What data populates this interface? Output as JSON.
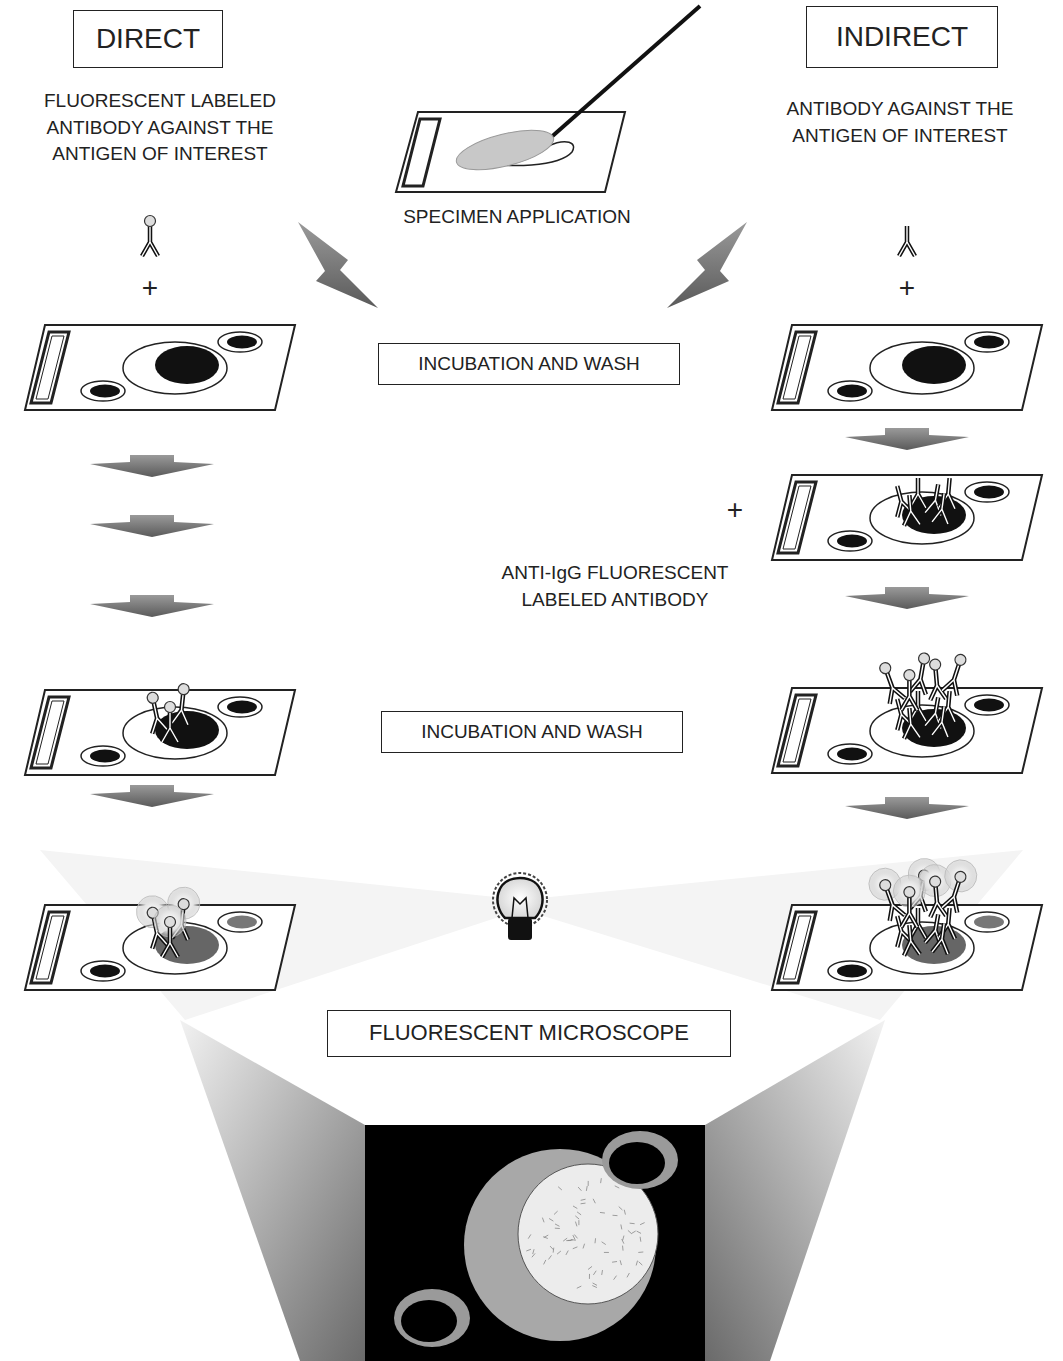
{
  "diagram": {
    "nodes": [
      {
        "text": [
          "DIRECT"
        ]
      },
      {
        "text": [
          "INDIRECT"
        ]
      },
      {
        "text": [
          "INCUBATION AND WASH"
        ]
      },
      {
        "text": [
          "INCUBATION AND WASH"
        ]
      },
      {
        "text": [
          "FLUORESCENT MICROSCOPE"
        ]
      }
    ],
    "labels": [
      "FLUORESCENT LABELED ANTIBODY AGAINST THE ANTIGEN OF INTEREST",
      "SPECIMEN APPLICATION",
      "ANTIBODY AGAINST THE ANTIGEN OF INTEREST",
      "+",
      "+",
      "ANTI-IgG FLUORESCENT LABELED ANTIBODY",
      "+"
    ]
  }
}
